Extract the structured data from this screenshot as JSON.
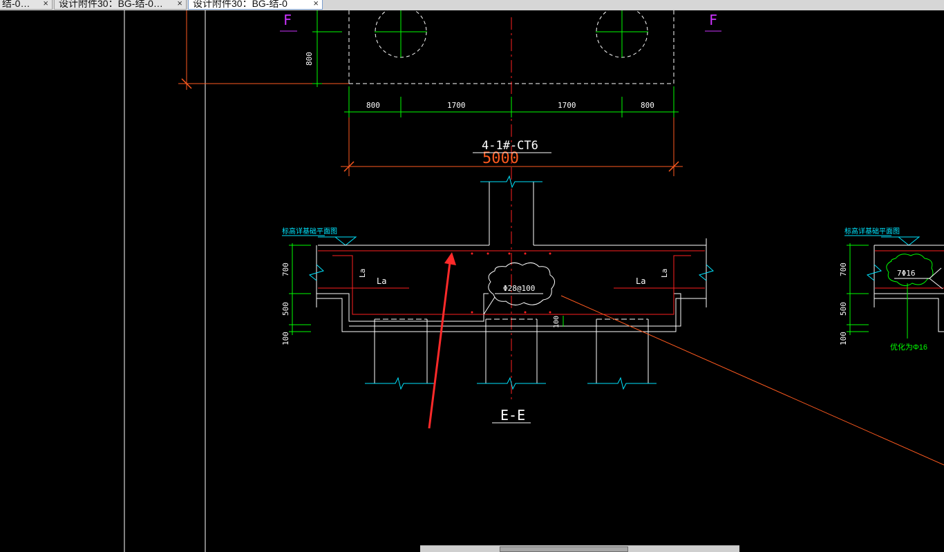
{
  "tabs": [
    {
      "label": "结-0…",
      "active": false
    },
    {
      "label": "设计附件30：BG-结-0…",
      "active": false
    },
    {
      "label": "设计附件30：BG-结-0",
      "active": true
    }
  ],
  "tab_close_glyph": "×",
  "drawing": {
    "section_marks": [
      "F",
      "F"
    ],
    "dim_vertical_top": "800",
    "dims_horizontal": [
      "800",
      "1700",
      "1700",
      "800"
    ],
    "overall_dim": "5000",
    "pile_cap_label": "4-1#-CT6",
    "left_note": "标高详基础平面图",
    "right_note": "标高详基础平面图",
    "dim_700": "700",
    "dim_500": "500",
    "dim_100": "100",
    "la_left_v": "La",
    "la_left_h": "La",
    "la_right_h": "La",
    "la_right_v": "La",
    "rebar_label": "Φ28@100",
    "small_dim_100": "100",
    "section_title": "E-E",
    "right_dim_700": "700",
    "right_dim_500": "500",
    "right_dim_100": "100",
    "right_rebar_label": "7Φ16",
    "right_optimize_note": "优化为Φ16"
  },
  "colors": {
    "background": "#000000",
    "white_lines": "#ffffff",
    "dimension_green": "#00ff00",
    "dimension_orange": "#ff5a1f",
    "centerline_red": "#ff2020",
    "cyan": "#00e5ff",
    "magenta": "#cc33ff",
    "annotation_arrow": "#ff2a2a"
  },
  "icons": [
    "close-icon",
    "annotation-arrow-icon",
    "revision-cloud-icon"
  ]
}
